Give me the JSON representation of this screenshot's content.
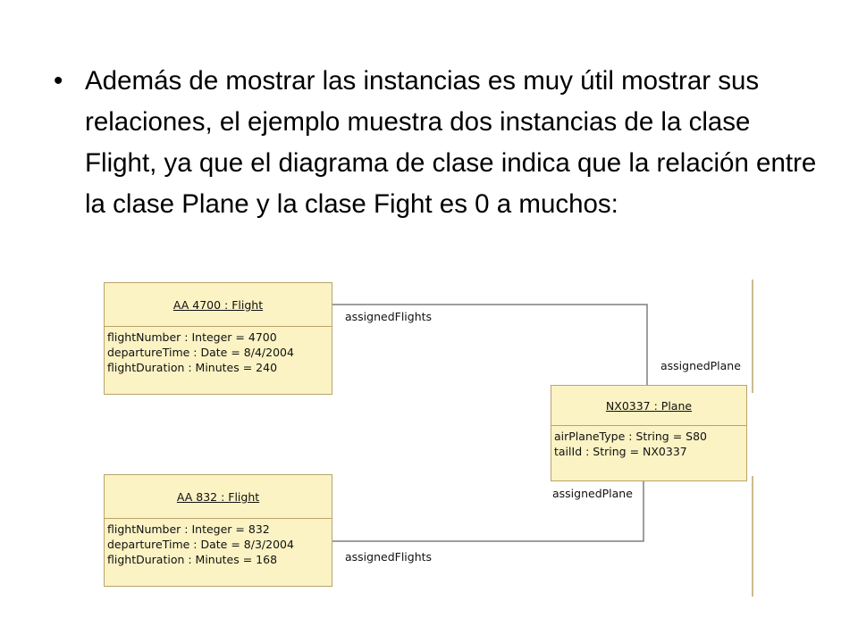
{
  "slide": {
    "bullet": "•",
    "paragraph": "Además de mostrar las instancias es muy útil mostrar sus relaciones, el ejemplo muestra dos instancias de la clase Flight, ya que el diagrama de clase indica que la relación entre la clase Plane y la clase Fight es 0 a muchos:"
  },
  "diagram": {
    "flight1": {
      "name": "AA 4700 : Flight",
      "attributes": [
        "flightNumber : Integer = 4700",
        "departureTime : Date = 8/4/2004",
        "flightDuration : Minutes = 240"
      ]
    },
    "flight2": {
      "name": "AA 832 : Flight",
      "attributes": [
        "flightNumber : Integer = 832",
        "departureTime : Date = 8/3/2004",
        "flightDuration : Minutes = 168"
      ]
    },
    "plane": {
      "name": "NX0337 : Plane",
      "attributes": [
        "airPlaneType : String = S80",
        "tailId : String = NX0337"
      ]
    },
    "labels": {
      "assigned_flights_top": "assignedFlights",
      "assigned_plane_top": "assignedPlane",
      "assigned_plane_bottom": "assignedPlane",
      "assigned_flights_bottom": "assignedFlights"
    },
    "colors": {
      "object_fill": "#fbf3c4",
      "object_border": "#b9a46a",
      "line": "#7f7f7f"
    }
  }
}
